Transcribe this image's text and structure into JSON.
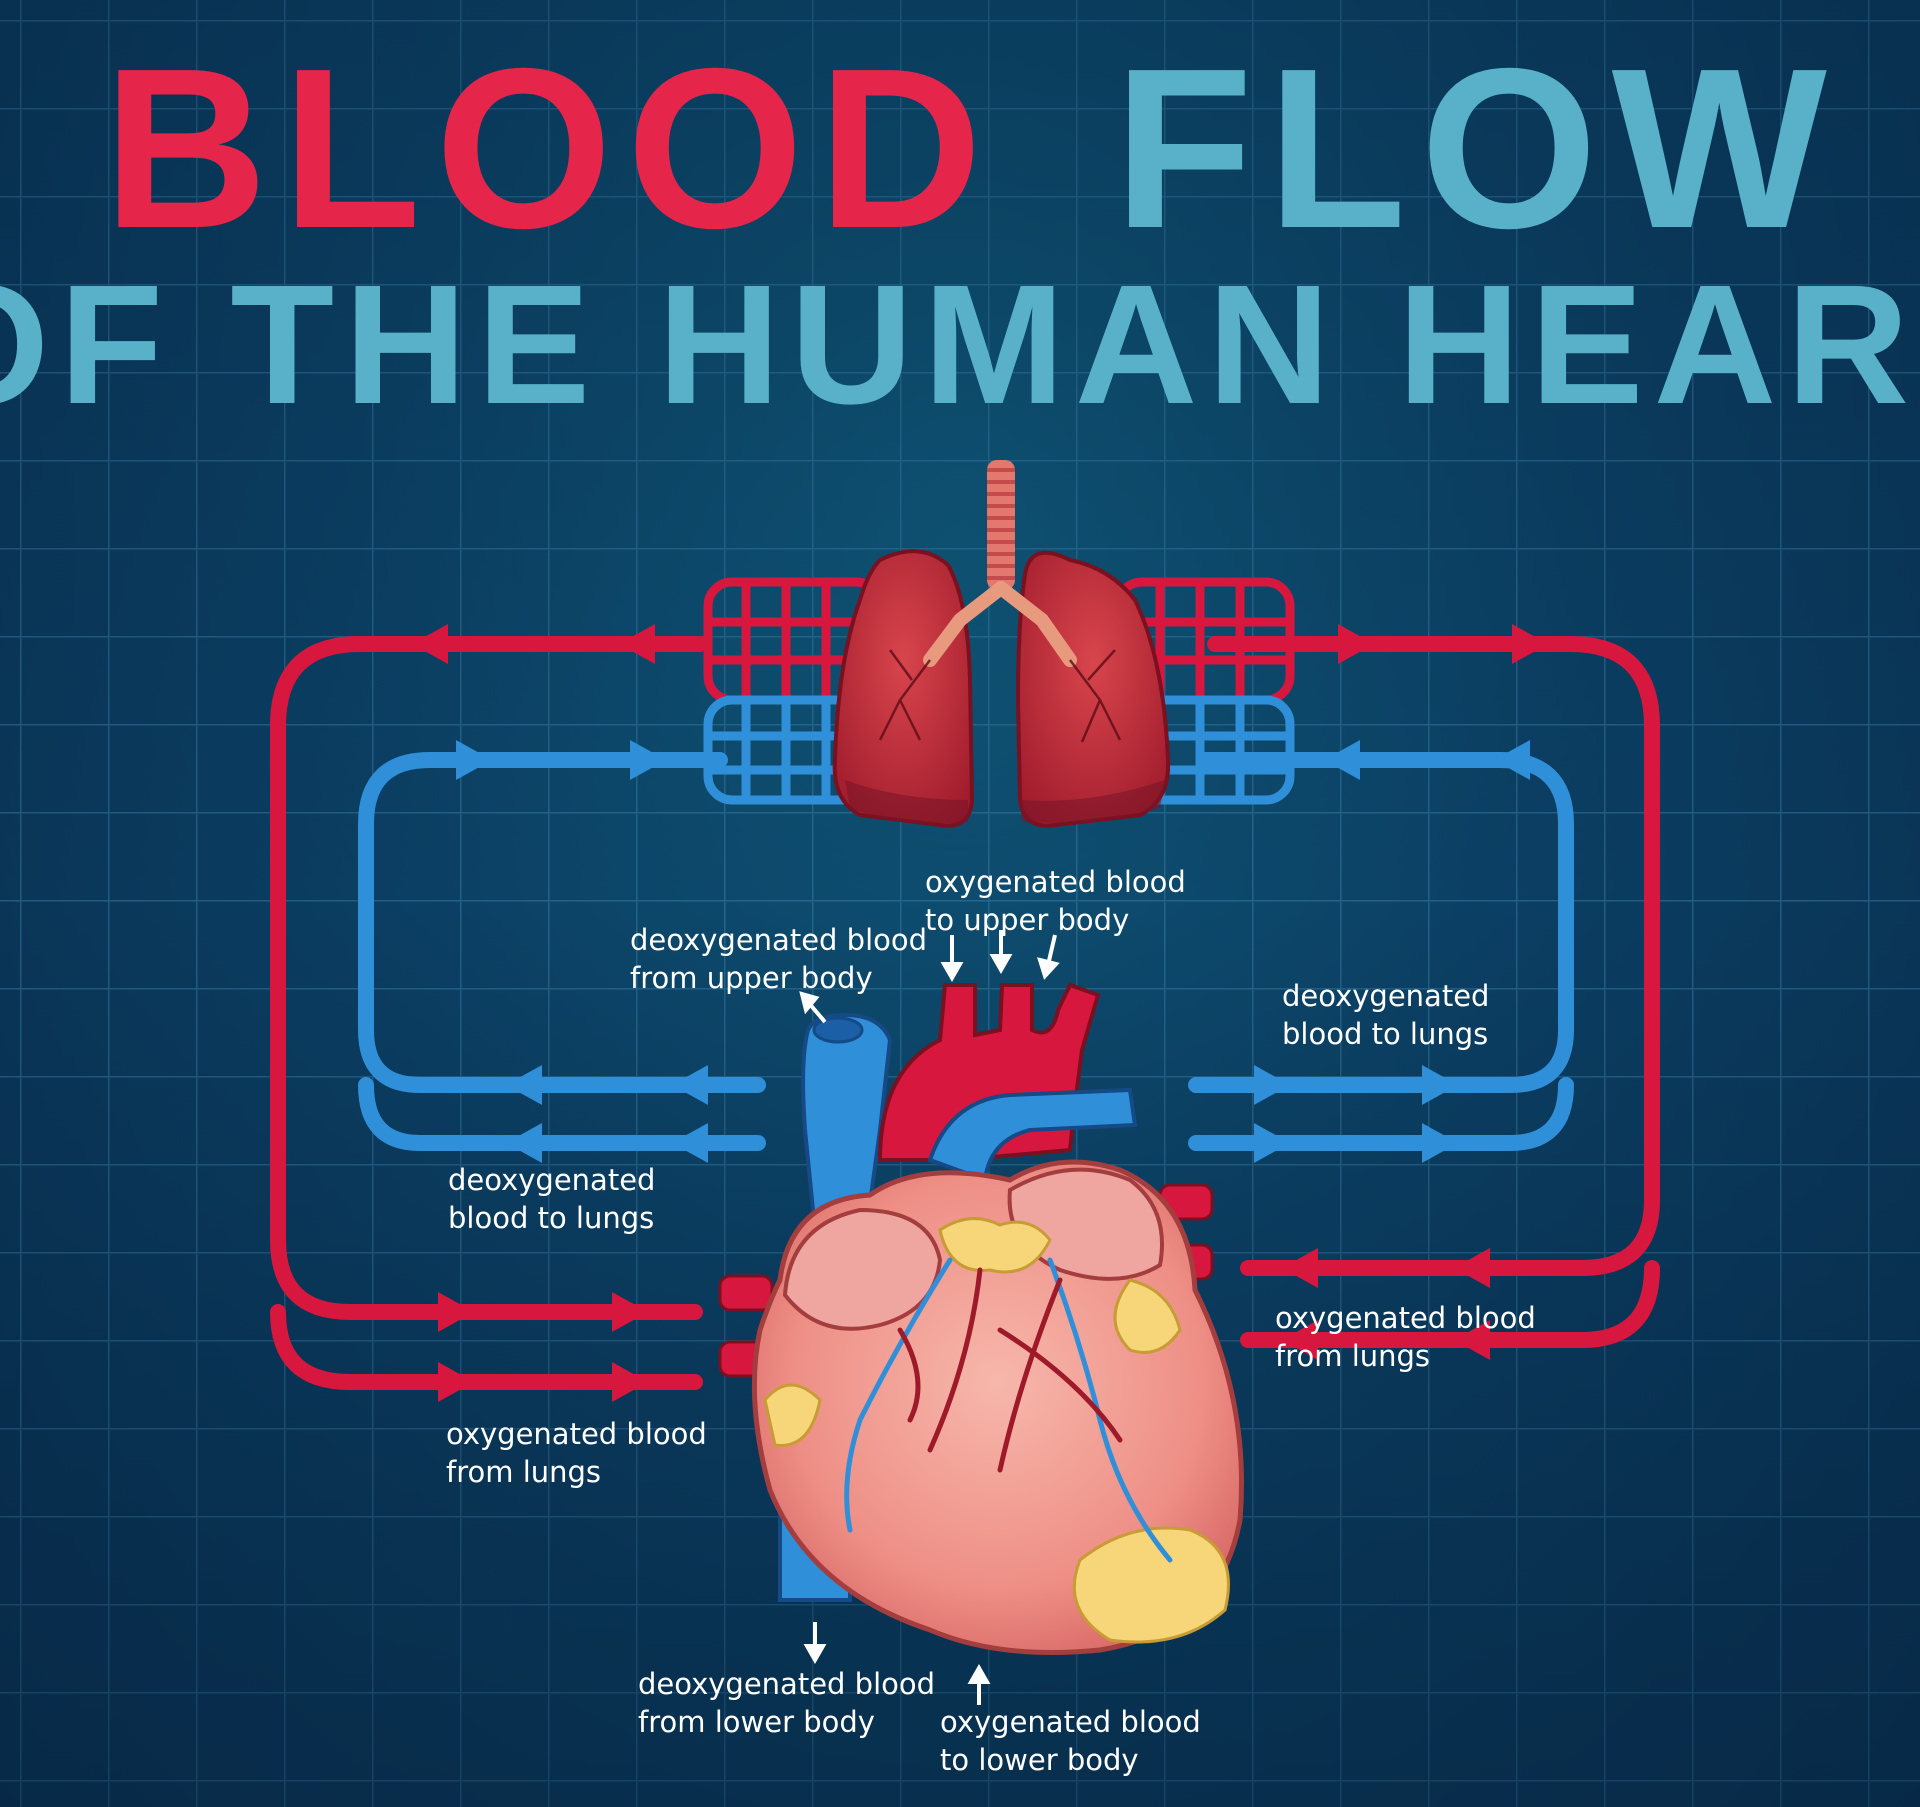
{
  "title": {
    "word1": "BLOOD",
    "word2": "FLOW",
    "line2": "OF THE HUMAN HEART"
  },
  "colors": {
    "oxygenated": "#d8173f",
    "deoxygenated": "#2f8fd8",
    "title_red": "#e5254a",
    "title_blue": "#58b1c8",
    "background": "#0b3f63"
  },
  "labels": {
    "oxy_upper": [
      "oxygenated blood",
      "to upper body"
    ],
    "deoxy_upper": [
      "deoxygenated blood",
      "from upper body"
    ],
    "deoxy_lungs_right": [
      "deoxygenated",
      "blood to lungs"
    ],
    "deoxy_lungs_left": [
      "deoxygenated",
      "blood to lungs"
    ],
    "oxy_from_lungs_right": [
      "oxygenated blood",
      "from lungs"
    ],
    "oxy_from_lungs_left": [
      "oxygenated blood",
      "from lungs"
    ],
    "deoxy_lower": [
      "deoxygenated blood",
      "from lower body"
    ],
    "oxy_lower": [
      "oxygenated blood",
      "to lower body"
    ]
  }
}
